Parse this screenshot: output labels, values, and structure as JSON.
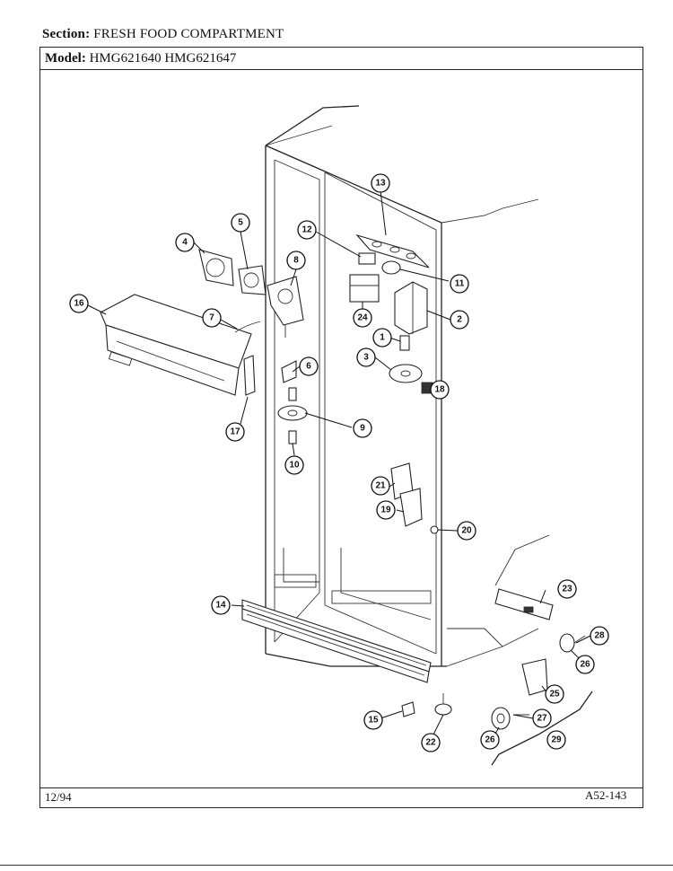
{
  "header": {
    "section_label": "Section:",
    "section_value": "FRESH FOOD COMPARTMENT",
    "model_label": "Model:",
    "model_value": "HMG621640  HMG621647"
  },
  "footer": {
    "date": "12/94",
    "code": "A52-143"
  },
  "callouts": [
    "1",
    "2",
    "3",
    "4",
    "5",
    "6",
    "7",
    "8",
    "9",
    "10",
    "11",
    "12",
    "13",
    "14",
    "15",
    "16",
    "17",
    "18",
    "19",
    "20",
    "21",
    "22",
    "23",
    "25",
    "26",
    "27",
    "28",
    "29",
    "24"
  ]
}
